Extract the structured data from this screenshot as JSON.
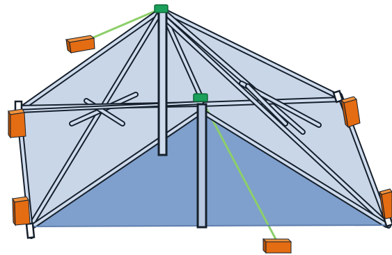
{
  "diagram": {
    "subject": "tent-frame-with-anchor-weights",
    "colors": {
      "background": "#ffffff",
      "canopy_light": "#c9d6e8",
      "canopy_dark": "#7f9fcc",
      "pole_fill": "#cfdcee",
      "outline": "#16202c",
      "guy_line": "#8ccf6a",
      "connector": "#1aa05a",
      "weight_front": "#e46c12",
      "weight_top": "#f0913c",
      "weight_side": "#b45208"
    },
    "parts": {
      "poles": 16,
      "connectors": 2,
      "guy_lines": 2,
      "ballast_weights": 6
    }
  }
}
